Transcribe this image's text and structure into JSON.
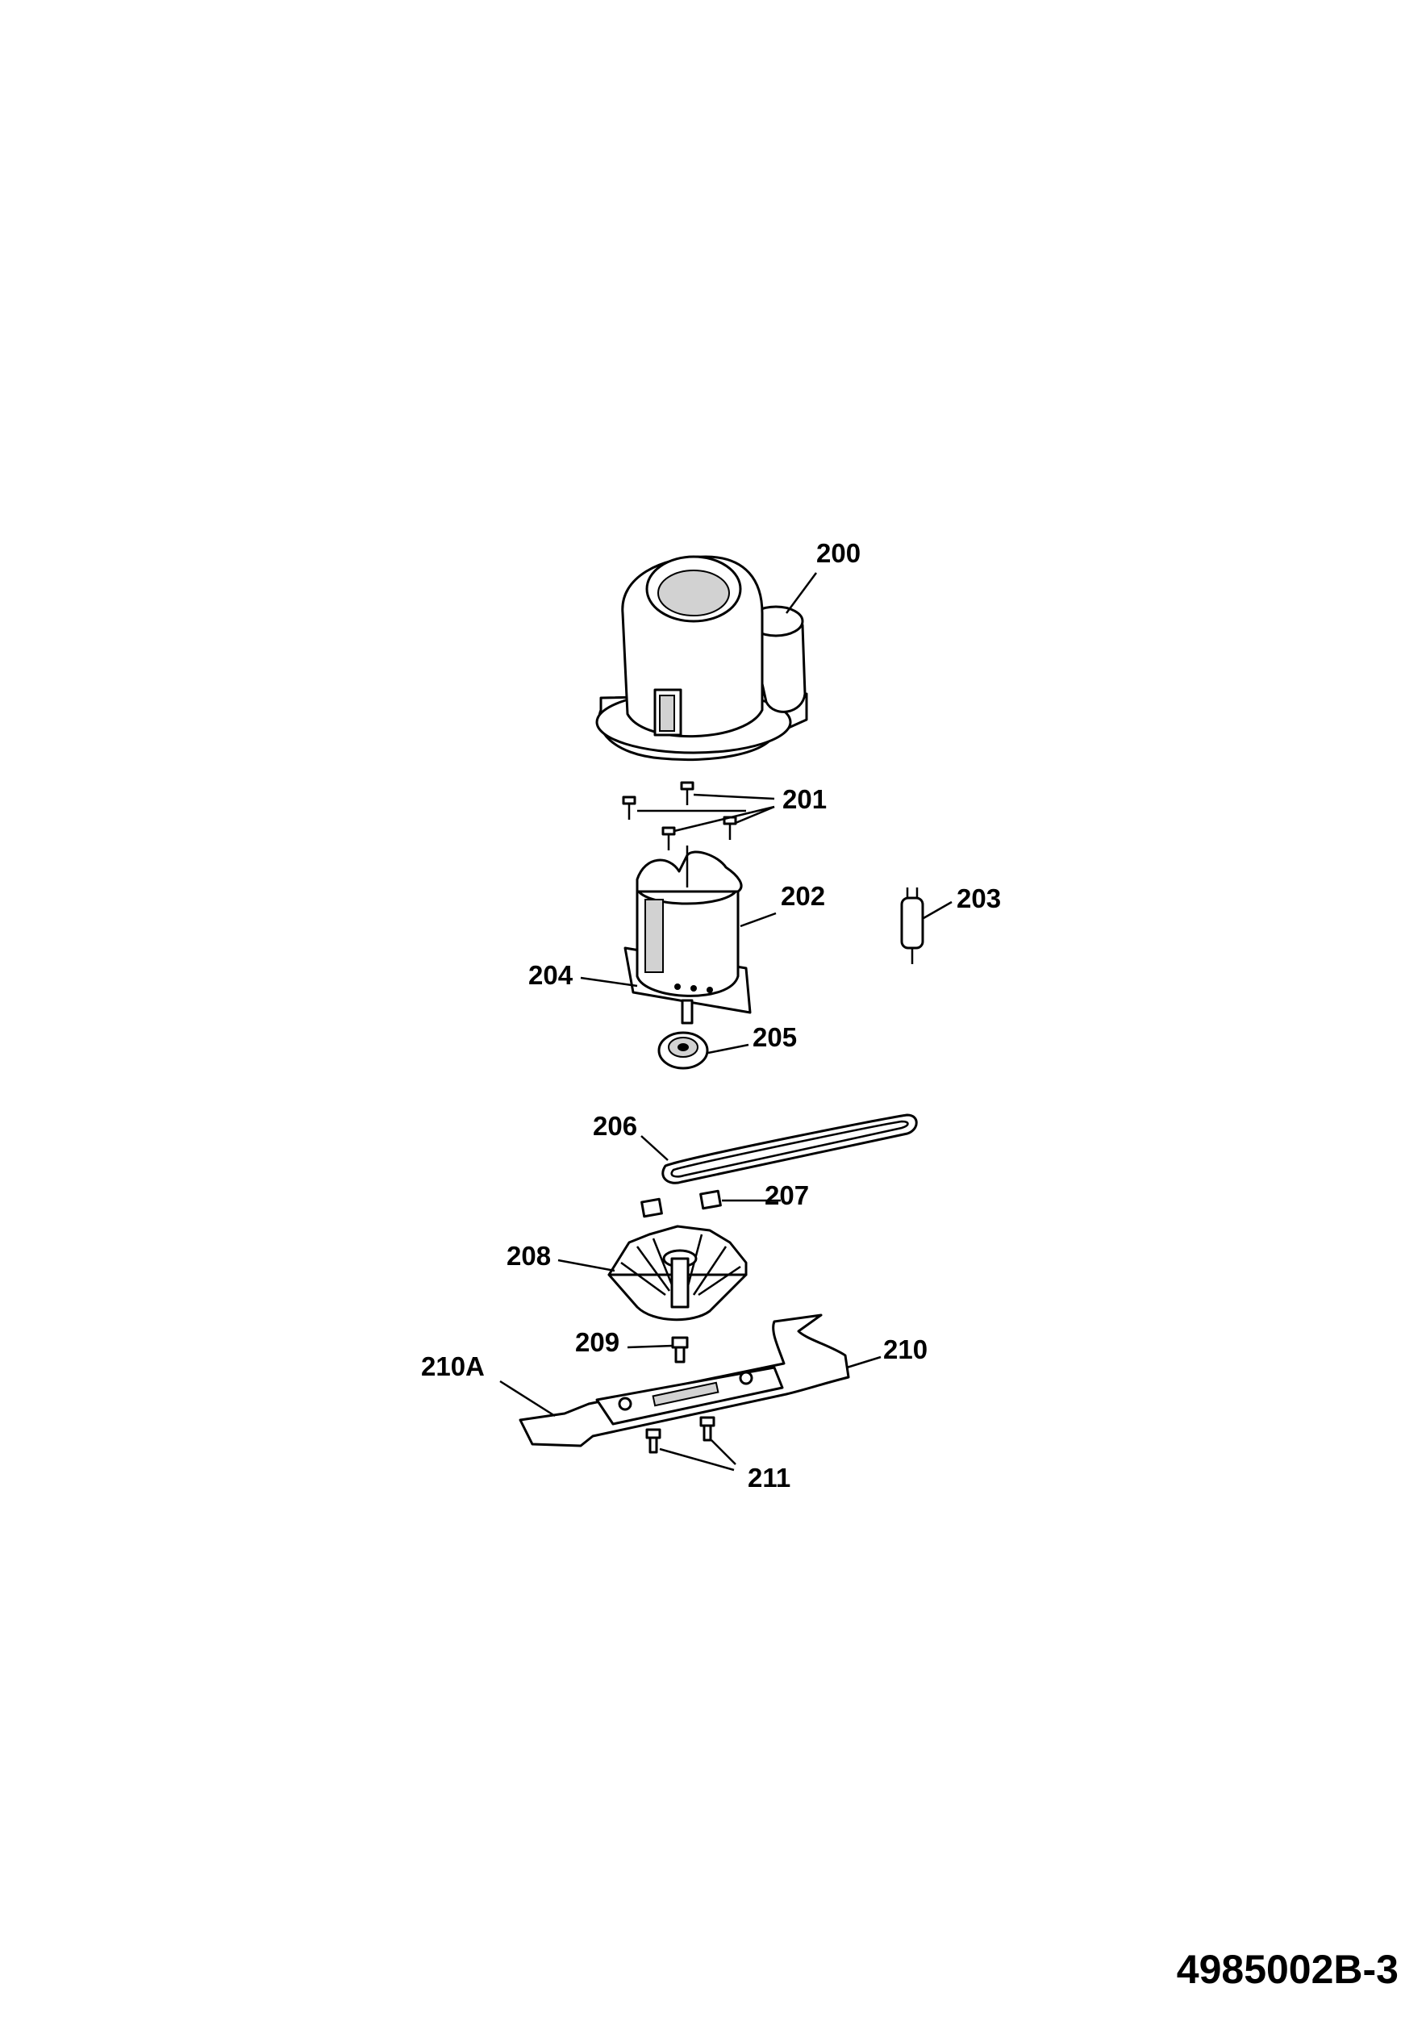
{
  "document_id": "4985002B-3",
  "callouts": {
    "c200": "200",
    "c201": "201",
    "c202": "202",
    "c203": "203",
    "c204": "204",
    "c205": "205",
    "c206": "206",
    "c207": "207",
    "c208": "208",
    "c209": "209",
    "c210": "210",
    "c210A": "210A",
    "c211": "211"
  }
}
